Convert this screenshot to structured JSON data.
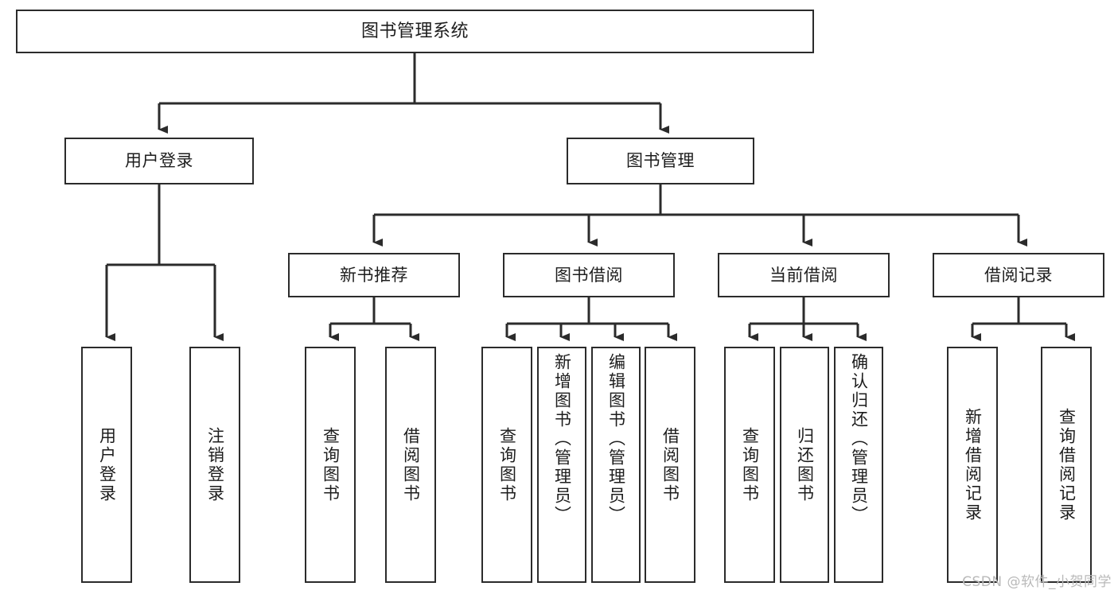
{
  "diagram": {
    "title": "图书管理系统",
    "type": "tree",
    "watermark": "CSDN @软件_小贺同学",
    "line_color": "#2b2b2b",
    "box_fill": "#ffffff",
    "text_color": "#1d1d1d",
    "background": "#ffffff"
  },
  "root": {
    "label": "图书管理系统"
  },
  "branches": [
    {
      "id": "user-login",
      "label": "用户登录"
    },
    {
      "id": "book-manage",
      "label": "图书管理"
    }
  ],
  "sections": [
    {
      "id": "new-book-recommend",
      "label": "新书推荐"
    },
    {
      "id": "book-borrow",
      "label": "图书借阅"
    },
    {
      "id": "current-borrow",
      "label": "当前借阅"
    },
    {
      "id": "borrow-record",
      "label": "借阅记录"
    }
  ],
  "leaves": {
    "user_login": [
      {
        "id": "leaf-user-login",
        "label": "用户登录"
      },
      {
        "id": "leaf-logout",
        "label": "注销登录"
      }
    ],
    "new_book_recommend": [
      {
        "id": "leaf-query-book-1",
        "label": "查询图书"
      },
      {
        "id": "leaf-borrow-book-1",
        "label": "借阅图书"
      }
    ],
    "book_borrow": [
      {
        "id": "leaf-query-book-2",
        "label": "查询图书"
      },
      {
        "id": "leaf-add-book",
        "label": "新增图书（管理员）"
      },
      {
        "id": "leaf-edit-book",
        "label": "编辑图书（管理员）"
      },
      {
        "id": "leaf-borrow-book-2",
        "label": "借阅图书"
      }
    ],
    "current_borrow": [
      {
        "id": "leaf-query-book-3",
        "label": "查询图书"
      },
      {
        "id": "leaf-return-book",
        "label": "归还图书"
      },
      {
        "id": "leaf-confirm-return",
        "label": "确认归还（管理员）"
      }
    ],
    "borrow_record": [
      {
        "id": "leaf-add-record",
        "label": "新增借阅记录"
      },
      {
        "id": "leaf-query-record",
        "label": "查询借阅记录"
      }
    ]
  }
}
